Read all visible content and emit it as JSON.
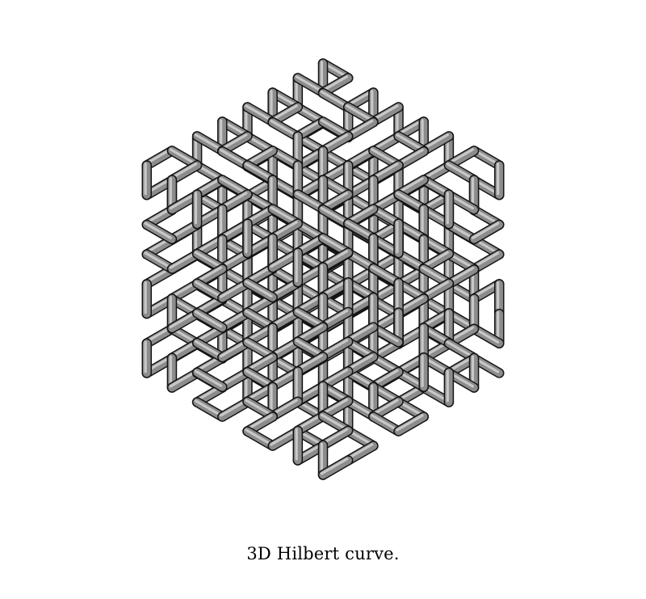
{
  "figure": {
    "caption": "3D Hilbert curve.",
    "curve": {
      "type": "hilbert-3d",
      "order": 3,
      "cells_per_axis": 8,
      "tube_color": "#8c8c8c",
      "tube_highlight": "#d2d2d2",
      "tube_shadow": "#141414"
    }
  }
}
